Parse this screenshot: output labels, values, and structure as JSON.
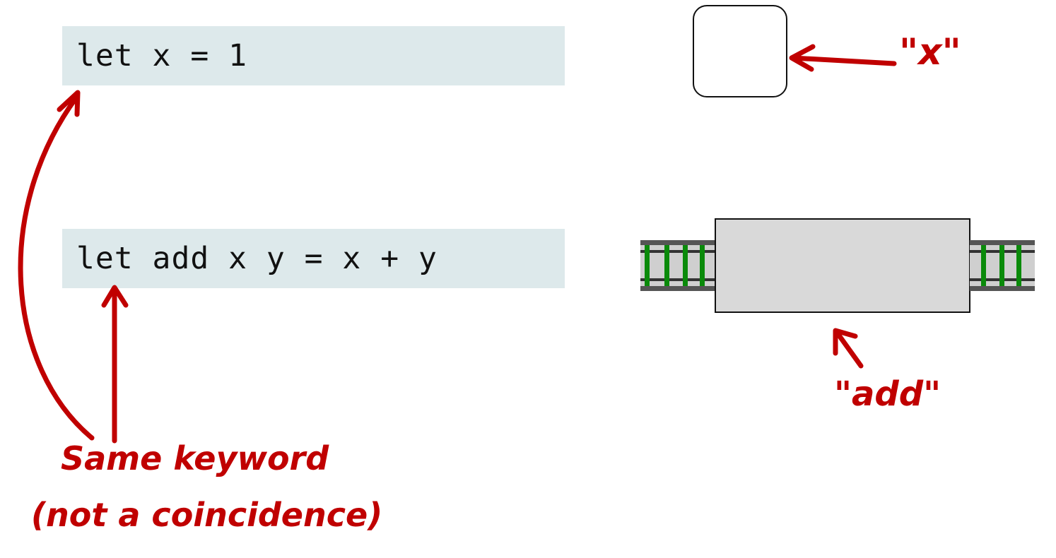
{
  "code": {
    "line1": "let x = 1",
    "line2": "let add x y = x + y"
  },
  "annotations": {
    "x_label": "\"x\"",
    "add_label": "\"add\"",
    "note_line1": "Same keyword",
    "note_line2": "(not a coincidence)"
  },
  "colors": {
    "annotation": "#c00000",
    "code_background": "#dde9eb",
    "function_box": "#d9d9d9",
    "rail_ties": "#0a8a0a",
    "rail_bars": "#555555"
  }
}
